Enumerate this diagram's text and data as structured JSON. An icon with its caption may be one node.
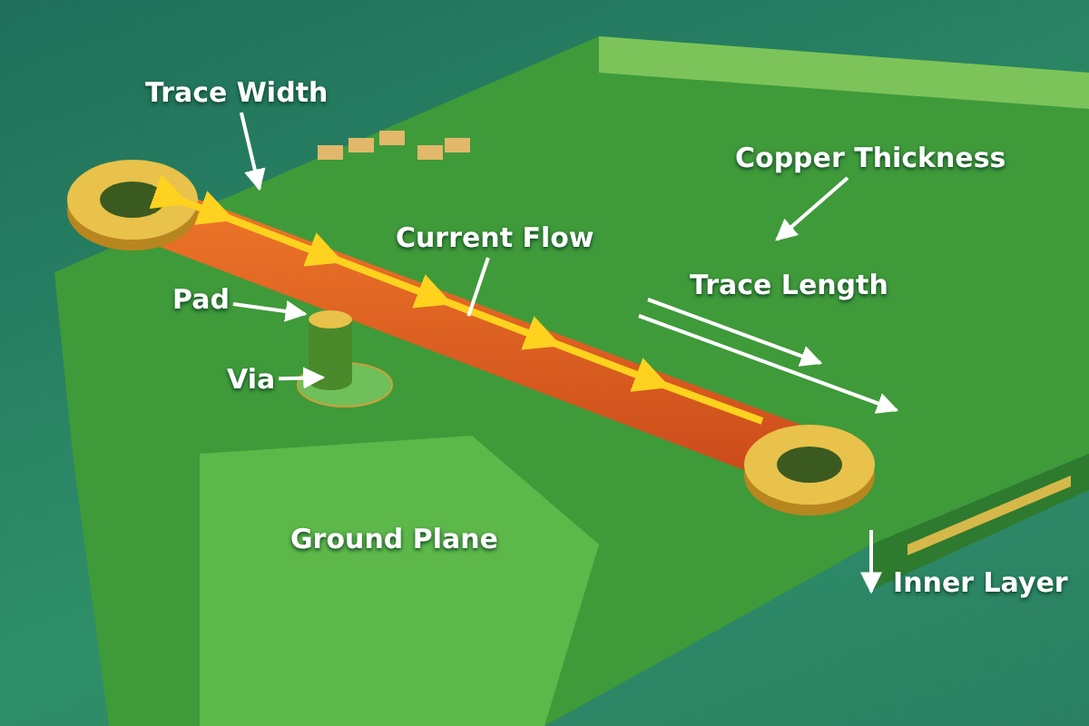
{
  "diagram": {
    "nodes": [
      {
        "text": [
          "Trace Width"
        ]
      },
      {
        "text": [
          "Current Flow"
        ]
      },
      {
        "text": [
          "Pad"
        ]
      },
      {
        "text": [
          "Via"
        ]
      },
      {
        "text": [
          "Copper Thickness"
        ]
      },
      {
        "text": [],
        "shape": "bar"
      },
      {
        "text": [],
        "shape": "cylinder"
      }
    ],
    "edges": [
      {
        "from": 0,
        "to": 5,
        "arrow": "to"
      },
      {
        "from": 1,
        "to": 5,
        "arrow": "none"
      },
      {
        "from": 2,
        "to": 6,
        "arrow": "to"
      },
      {
        "from": 3,
        "to": 6,
        "arrow": "to"
      },
      {
        "from": 4,
        "to": null,
        "arrow": "to"
      }
    ],
    "labels": [
      "Trace Length",
      "Ground Plane",
      "Inner Layer"
    ]
  }
}
